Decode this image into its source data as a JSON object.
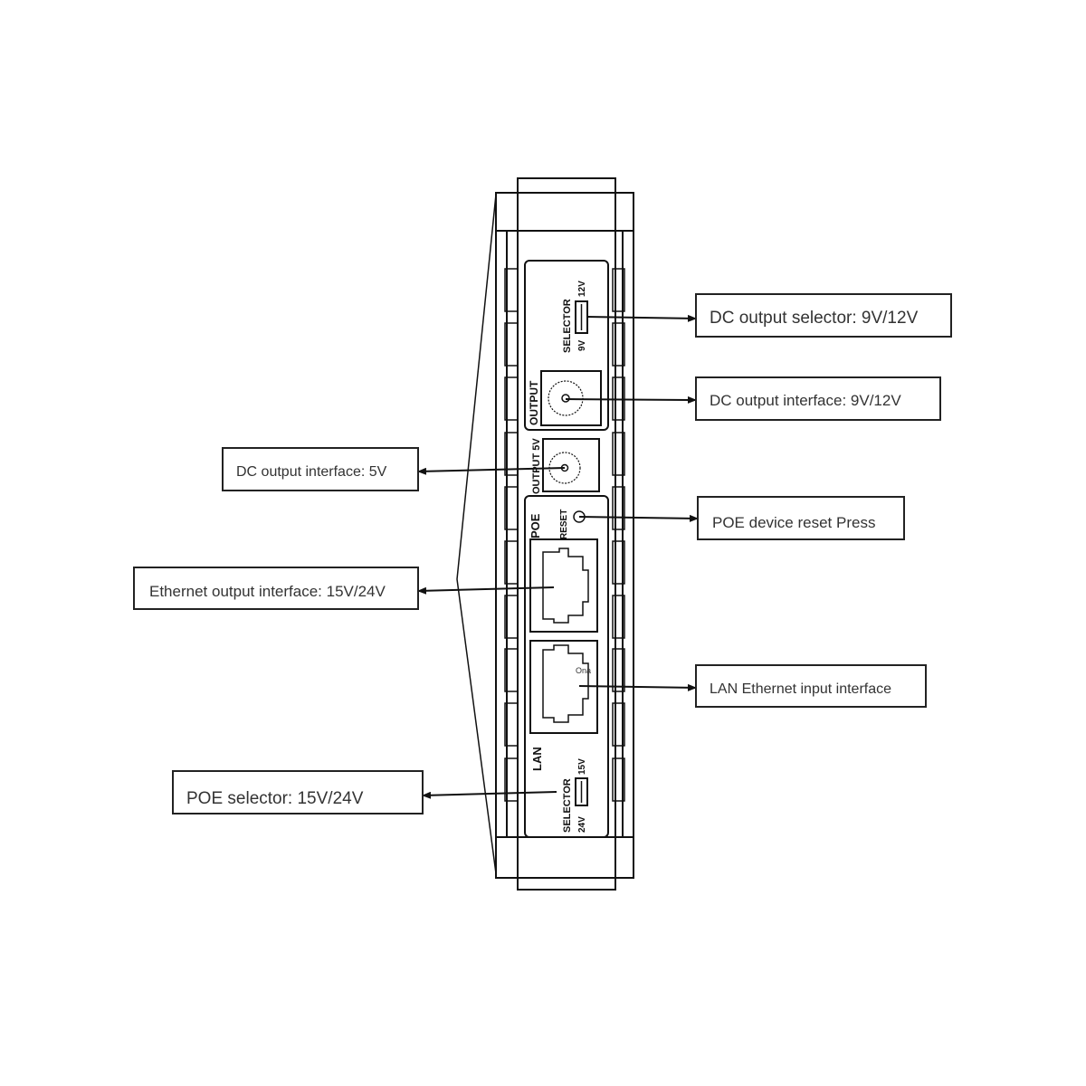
{
  "callouts": {
    "dc_selector": "DC output selector: 9V/12V",
    "dc_output": "DC output interface: 9V/12V",
    "dc_5v": "DC output interface: 5V",
    "poe_reset": "POE device reset Press",
    "eth_output": "Ethernet output interface: 15V/24V",
    "lan_input": "LAN Ethernet input interface",
    "poe_selector": "POE selector: 15V/24V"
  },
  "device": {
    "selector_top": "SELECTOR",
    "v9": "9V",
    "v12": "12V",
    "output": "OUTPUT",
    "output5v": "OUTPUT 5V",
    "poe": "POE",
    "reset": "RESET",
    "lan": "LAN",
    "selector_bottom": "SELECTOR",
    "v24": "24V",
    "v15": "15V",
    "stray": "Ona"
  }
}
